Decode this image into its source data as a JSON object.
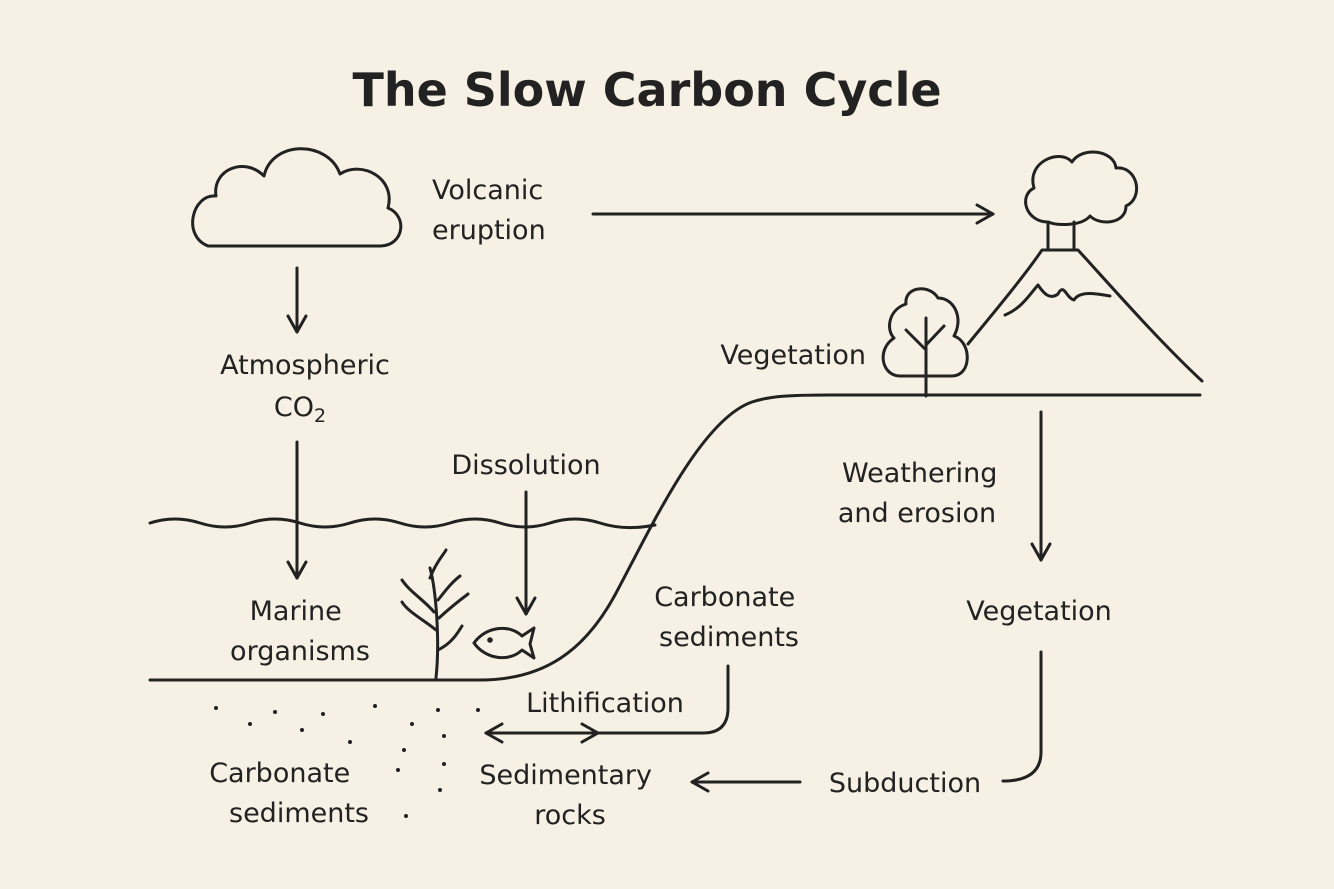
{
  "title": "The Slow Carbon Cycle",
  "labels": {
    "volcanic": [
      "Volcanic",
      "eruption"
    ],
    "atmospheric": {
      "line1": "Atmospheric",
      "co2_base": "CO",
      "co2_sub": "2"
    },
    "vegetation_top": "Vegetation",
    "dissolution": "Dissolution",
    "weathering": [
      "Weathering",
      "and erosion"
    ],
    "marine": [
      "Marine",
      "organisms"
    ],
    "carbonate_sediments_right": [
      "Carbonate",
      "sediments"
    ],
    "vegetation_right": "Vegetation",
    "lithification": "Lithification",
    "carbonate_sediments_left": [
      "Carbonate",
      "sediments"
    ],
    "sedimentary_rocks": [
      "Sedimentary",
      "rocks"
    ],
    "subduction": "Subduction"
  },
  "icons": [
    "cloud-icon",
    "volcano-icon",
    "tree-icon",
    "seaweed-icon",
    "fish-icon"
  ],
  "colors": {
    "background": "#f7f0e4",
    "ink": "#222222"
  }
}
